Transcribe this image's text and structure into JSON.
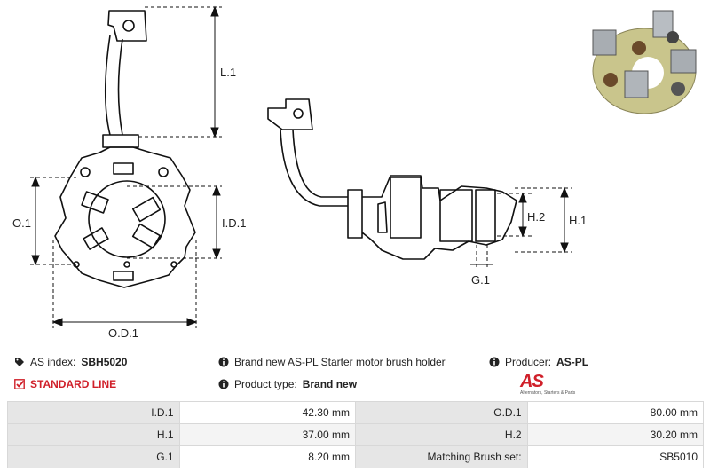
{
  "dimension_labels": {
    "l1": "L.1",
    "o1": "O.1",
    "id1": "I.D.1",
    "od1": "O.D.1",
    "h1": "H.1",
    "h2": "H.2",
    "g1": "G.1"
  },
  "info": {
    "as_index_label": "AS index:",
    "as_index_value": "SBH5020",
    "description": "Brand new AS-PL Starter motor brush holder",
    "producer_label": "Producer:",
    "producer_value": "AS-PL",
    "line_label": "STANDARD LINE",
    "product_type_label": "Product type:",
    "product_type_value": "Brand new"
  },
  "logo": {
    "mark": "AS",
    "tagline": "Alternators, Starters & Parts"
  },
  "specs": [
    {
      "l1": "I.D.1",
      "v1": "42.30 mm",
      "l2": "O.D.1",
      "v2": "80.00 mm"
    },
    {
      "l1": "H.1",
      "v1": "37.00 mm",
      "l2": "H.2",
      "v2": "30.20 mm"
    },
    {
      "l1": "G.1",
      "v1": "8.20 mm",
      "l2": "Matching Brush set:",
      "v2": "SB5010"
    }
  ],
  "colors": {
    "accent_red": "#d0202a",
    "table_label_bg": "#e6e6e6"
  }
}
